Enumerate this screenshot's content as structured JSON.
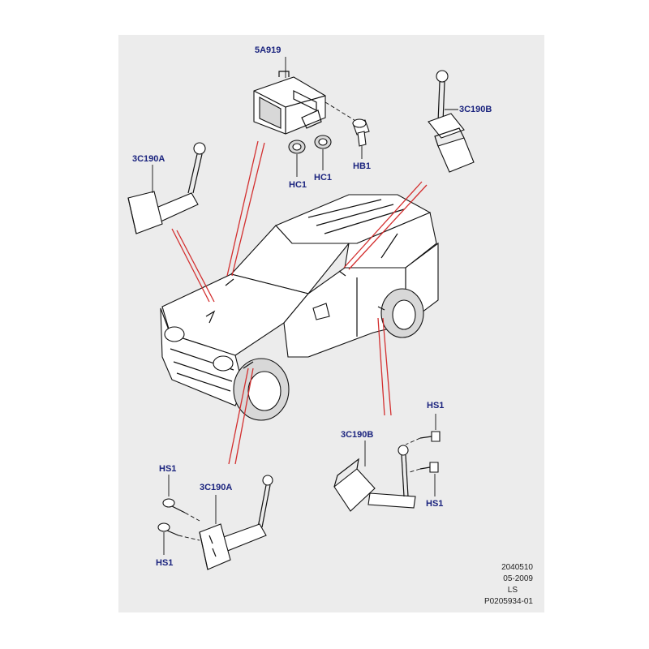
{
  "callouts": {
    "module": "5A919",
    "sensor_rear_top": "3C190B",
    "sensor_front_top": "3C190A",
    "bushing_left": "HC1",
    "bushing_right": "HC1",
    "bolt_top": "HB1",
    "sensor_front_bottom": "3C190A",
    "sensor_rear_bottom": "3C190B",
    "screw_rear_top": "HS1",
    "screw_rear_bottom": "HS1",
    "screw_front_top": "HS1",
    "screw_front_bottom": "HS1"
  },
  "footer": {
    "code": "2040510",
    "date": "05-2009",
    "model": "LS",
    "ref": "P0205934-01"
  },
  "colors": {
    "panel": "#ececec",
    "callout_text": "#1a237e",
    "leader_red": "#d32f2f"
  }
}
